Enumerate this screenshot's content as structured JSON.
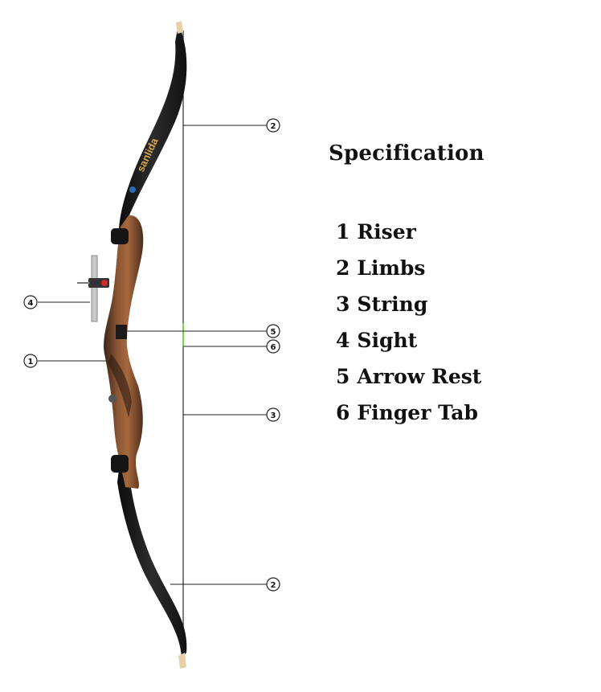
{
  "specification": {
    "title": "Specification",
    "items": [
      {
        "number": "1",
        "label": "Riser"
      },
      {
        "number": "2",
        "label": "Limbs"
      },
      {
        "number": "3",
        "label": "String"
      },
      {
        "number": "4",
        "label": "Sight"
      },
      {
        "number": "5",
        "label": "Arrow Rest"
      },
      {
        "number": "6",
        "label": "Finger Tab"
      }
    ]
  },
  "callouts": {
    "limb_upper": "2",
    "sight": "4",
    "arrow_rest": "5",
    "finger_tab": "6",
    "riser": "1",
    "string": "3",
    "limb_lower": "2"
  },
  "colors": {
    "limb": "#1b1b1b",
    "riser_wood": "#7a4a2e",
    "riser_dark": "#3a2418",
    "string": "#2a2a2a",
    "limb_tip": "#e8cfa8",
    "nock_marker": "#7ad14a",
    "callout_line": "#222222"
  }
}
